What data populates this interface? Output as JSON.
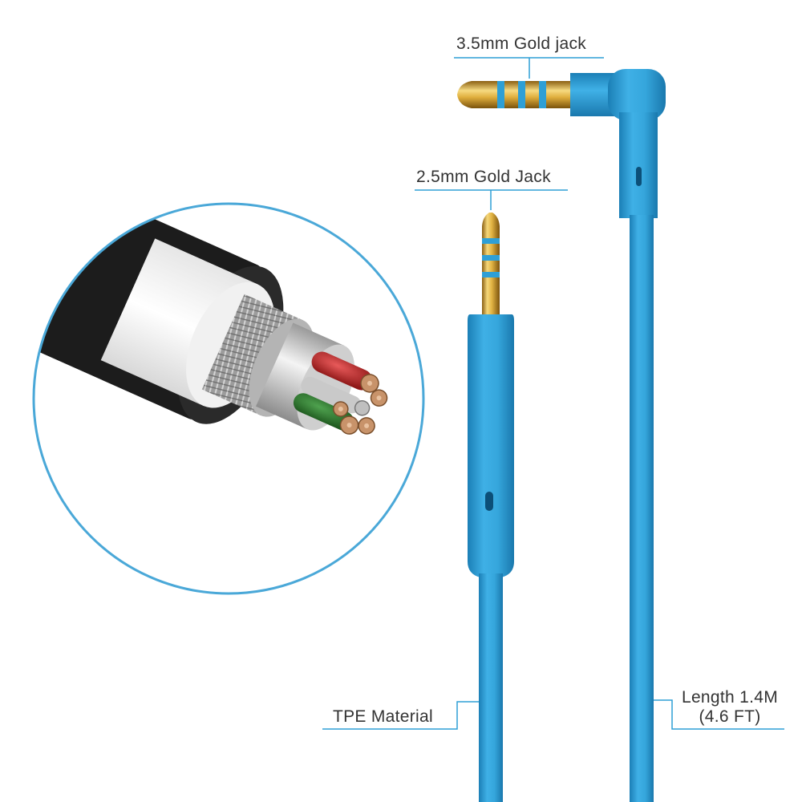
{
  "labels": {
    "jack_35": "3.5mm Gold jack",
    "jack_25": "2.5mm Gold Jack",
    "material": "TPE Material",
    "length_line1": "Length 1.4M",
    "length_line2": "(4.6 FT)"
  },
  "colors": {
    "cable_blue": "#2e9fd6",
    "cable_blue_dark": "#1f86bc",
    "gold": "#d9a93a",
    "leader_line": "#2e9fd6",
    "circle_outline": "#4aa8d8",
    "text": "#333333"
  }
}
